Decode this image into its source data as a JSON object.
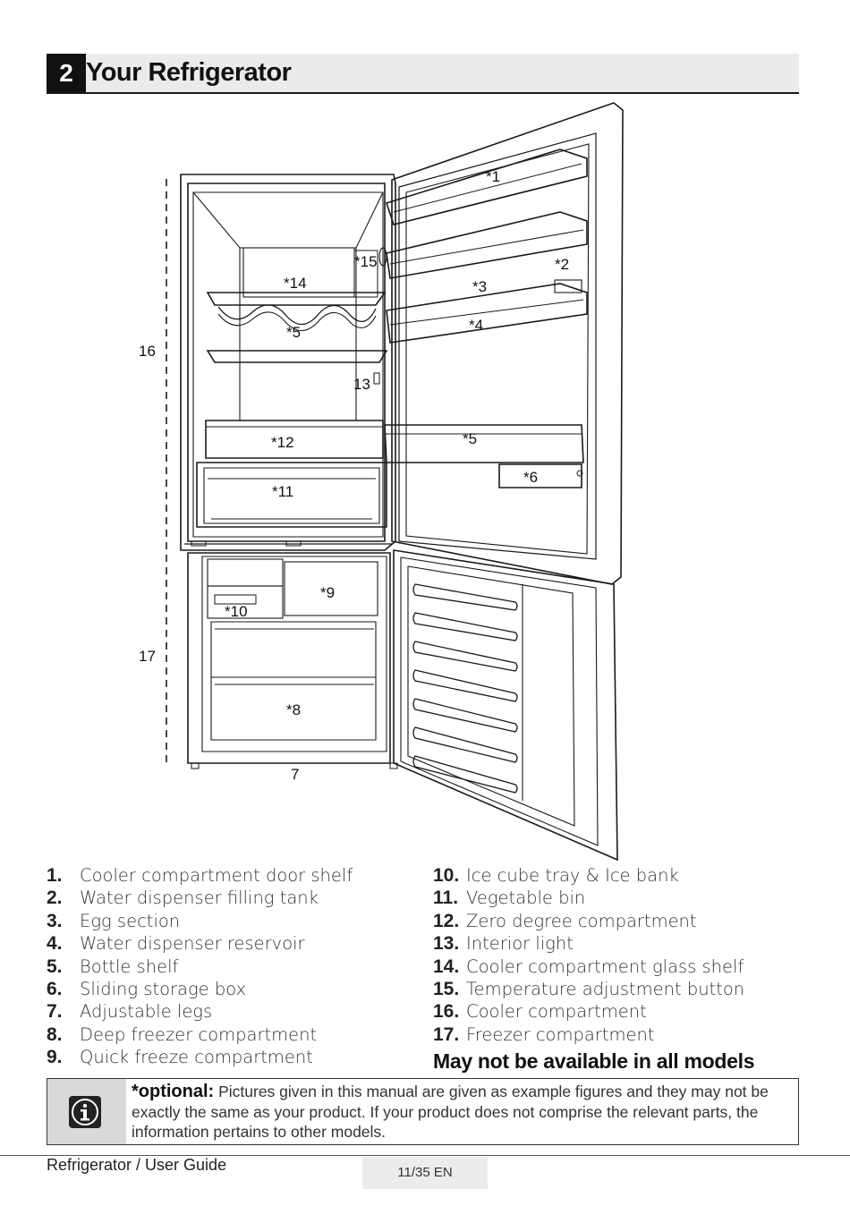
{
  "header": {
    "number": "2",
    "title": "Your Refrigerator"
  },
  "diagram": {
    "callouts": [
      "*1",
      "*2",
      "*3",
      "*4",
      "*5",
      "*5",
      "*6",
      "7",
      "*8",
      "*9",
      "*10",
      "*11",
      "*12",
      "13",
      "*14",
      "*15",
      "16",
      "17"
    ]
  },
  "legend": {
    "left": [
      {
        "num": "1.",
        "text": "Cooler compartment door shelf"
      },
      {
        "num": "2.",
        "text": "Water dispenser filling tank"
      },
      {
        "num": "3.",
        "text": "Egg section"
      },
      {
        "num": "4.",
        "text": "Water dispenser reservoir"
      },
      {
        "num": "5.",
        "text": "Bottle shelf"
      },
      {
        "num": "6.",
        "text": "Sliding storage box"
      },
      {
        "num": "7.",
        "text": "Adjustable legs"
      },
      {
        "num": "8.",
        "text": "Deep freezer compartment"
      },
      {
        "num": "9.",
        "text": "Quick freeze compartment"
      }
    ],
    "right": [
      {
        "num": "10.",
        "text": "Ice cube tray & Ice bank"
      },
      {
        "num": "11.",
        "text": "Vegetable bin"
      },
      {
        "num": "12.",
        "text": "Zero degree compartment"
      },
      {
        "num": "13.",
        "text": "Interior light"
      },
      {
        "num": "14.",
        "text": "Cooler compartment glass shelf"
      },
      {
        "num": "15.",
        "text": "Temperature adjustment button"
      },
      {
        "num": "16.",
        "text": "Cooler compartment"
      },
      {
        "num": "17.",
        "text": "Freezer compartment"
      }
    ],
    "not_available": "May not be available in all models"
  },
  "note": {
    "icon": "info-icon",
    "lead": "*optional:",
    "body": "Pictures given in this manual are given as example figures and they may not be exactly the same as your product. If your product does not comprise the relevant parts, the information pertains to other models."
  },
  "footer": {
    "left": "Refrigerator / User Guide",
    "page": "11/35 EN"
  }
}
